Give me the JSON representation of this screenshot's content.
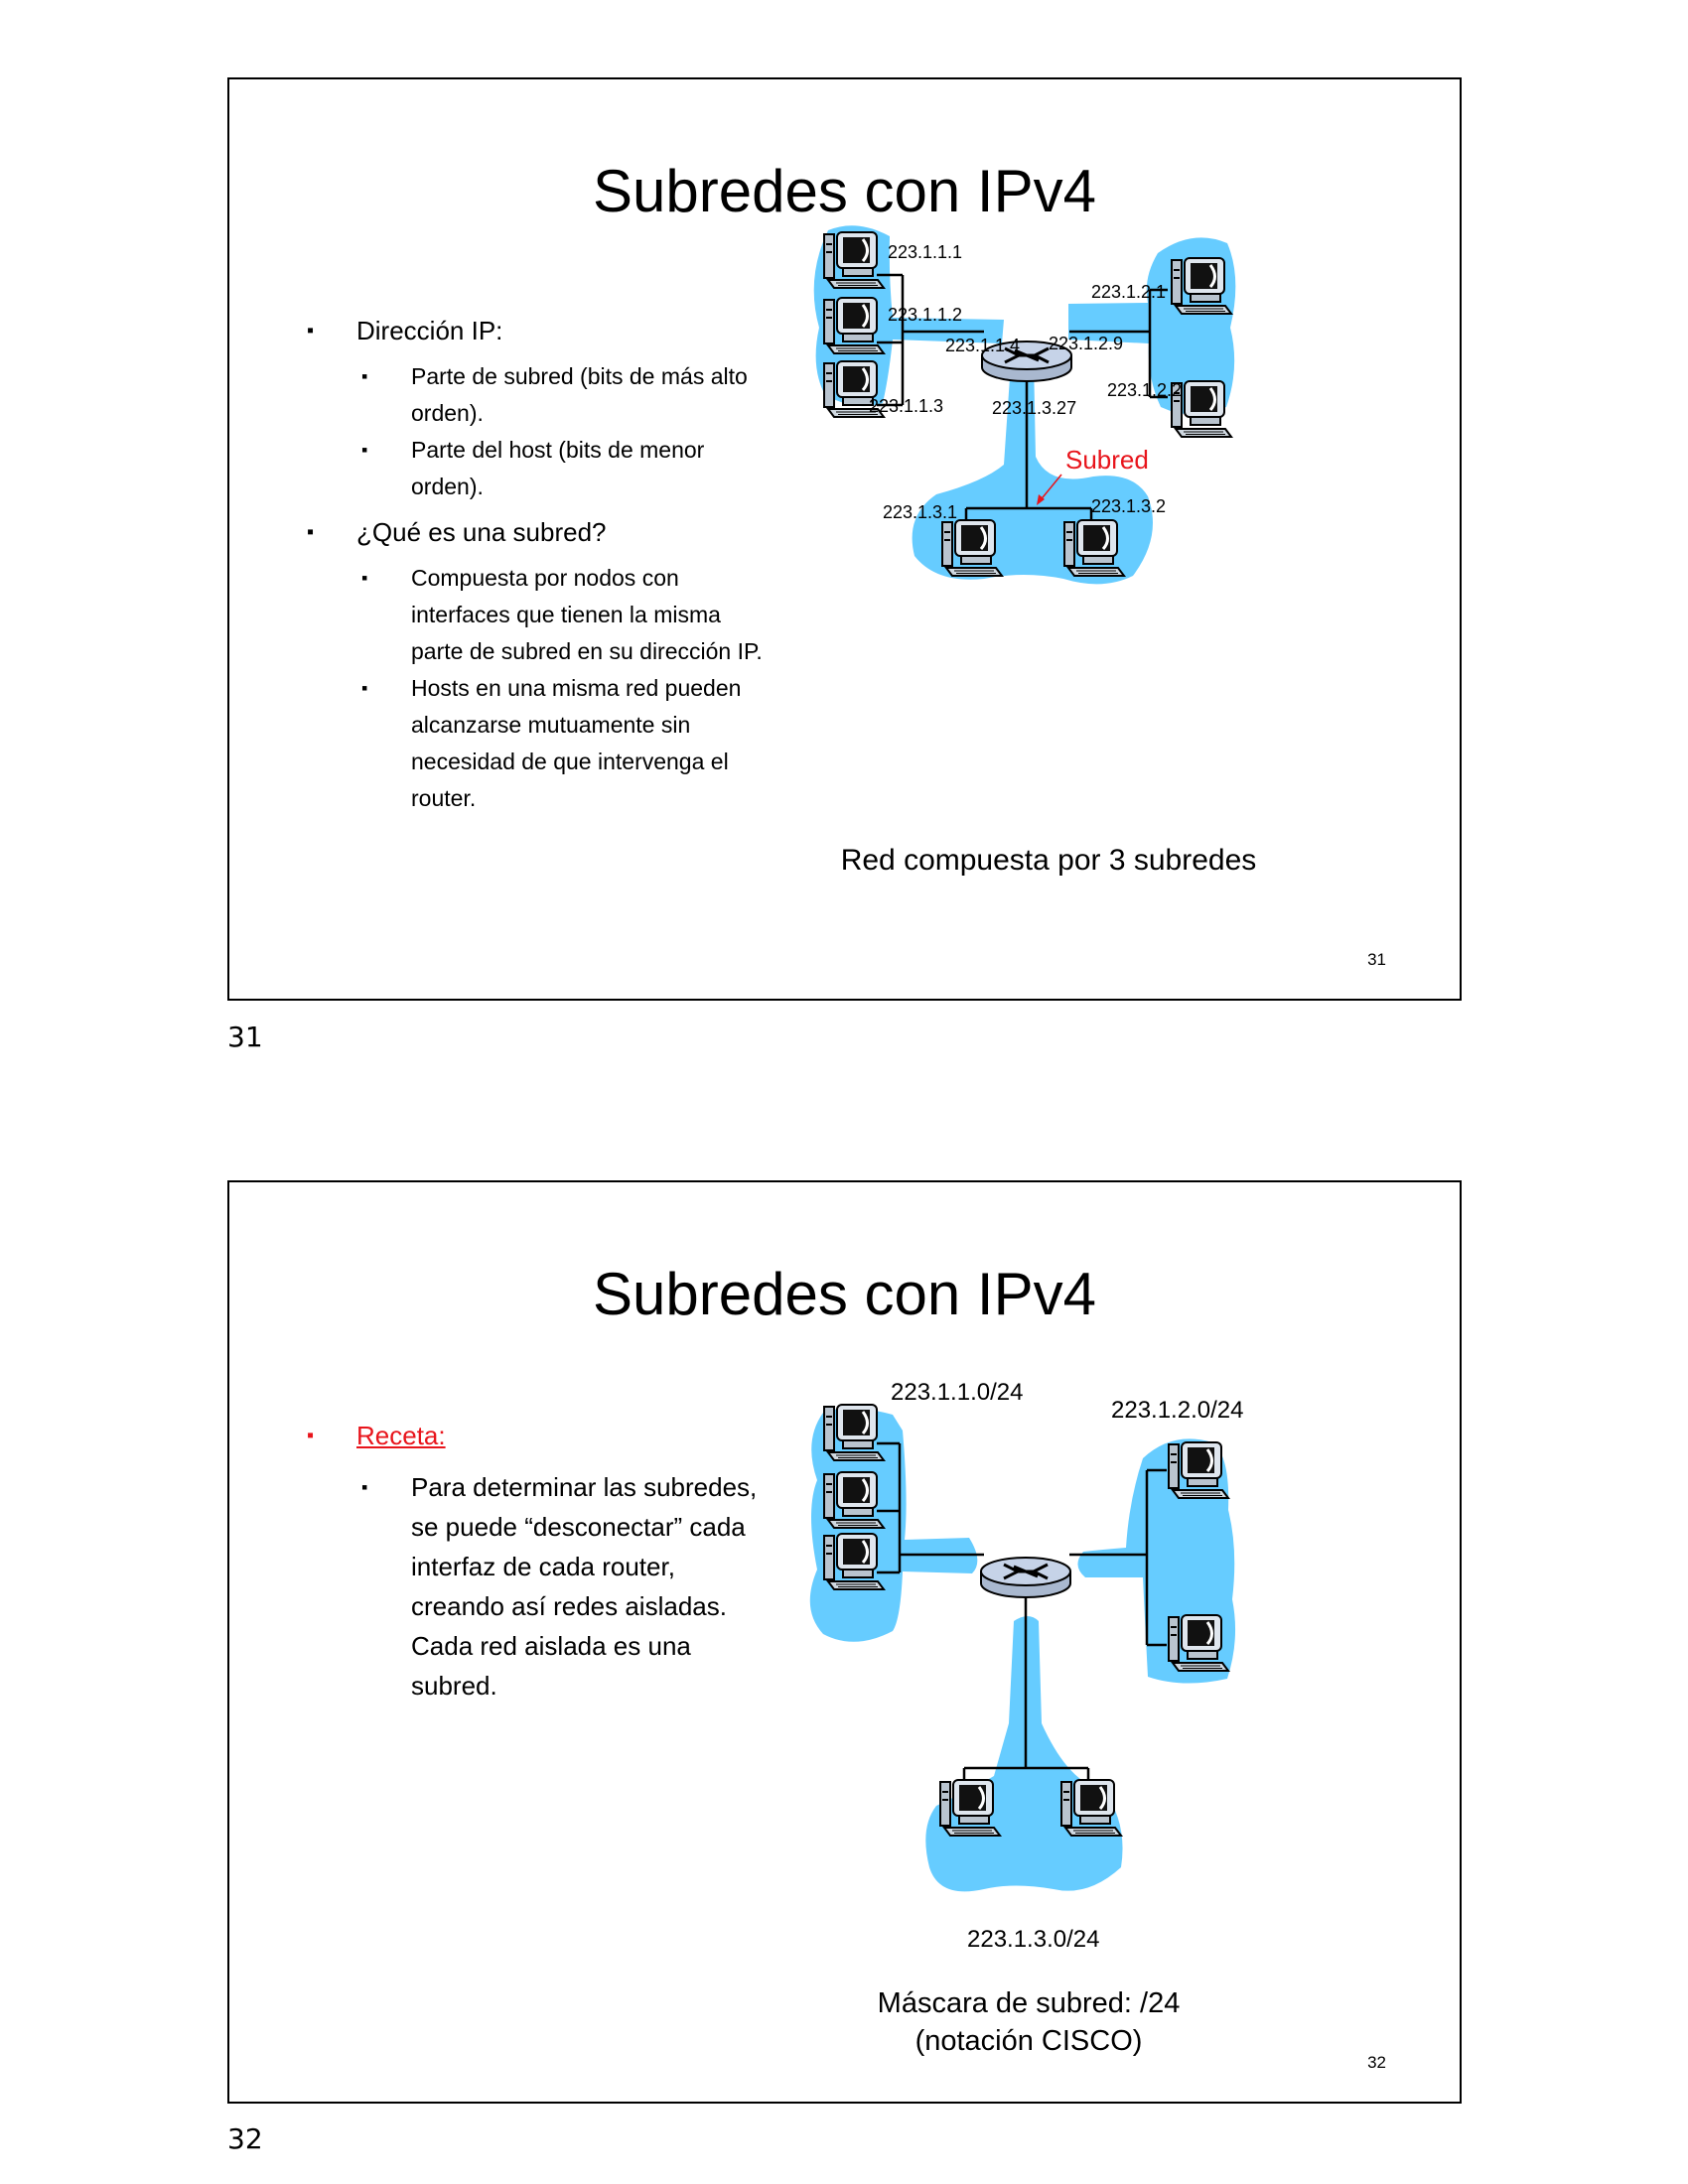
{
  "slide1": {
    "title": "Subredes con IPv4",
    "bullets": [
      {
        "text": "Dirección IP:",
        "sub": [
          "Parte de subred (bits de más alto orden).",
          "Parte del host (bits de menor orden)."
        ]
      },
      {
        "text": "¿Qué es una subred?",
        "sub": [
          "Compuesta por nodos con interfaces que tienen la misma parte de subred en su dirección IP.",
          "Hosts en una misma red pueden alcanzarse mutuamente sin necesidad de que intervenga el router."
        ]
      }
    ],
    "labels": {
      "a1": "223.1.1.1",
      "a2": "223.1.1.2",
      "a3": "223.1.1.3",
      "a4": "223.1.1.4",
      "b1": "223.1.2.1",
      "b2": "223.1.2.2",
      "b9": "223.1.2.9",
      "c1": "223.1.3.1",
      "c2": "223.1.3.2",
      "c27": "223.1.3.27",
      "subred": "Subred"
    },
    "caption": "Red compuesta por 3 subredes",
    "slide_number": "31"
  },
  "slide2": {
    "title": "Subredes con IPv4",
    "bullets": [
      {
        "text": "Receta:",
        "sub": [
          "Para determinar las subredes, se puede “desconectar” cada interfaz de cada router, creando así redes aisladas. Cada red aislada es una subred."
        ]
      }
    ],
    "labels": {
      "n1": "223.1.1.0/24",
      "n2": "223.1.2.0/24",
      "n3": "223.1.3.0/24"
    },
    "caption_line1": "Máscara de subred: /24",
    "caption_line2": "(notación CISCO)",
    "slide_number": "32"
  },
  "page_labels": [
    "31",
    "32"
  ],
  "colors": {
    "subnet_fill": "#66ccff",
    "router_fill": "#c0cfe6",
    "highlight_red": "#e8141b"
  }
}
